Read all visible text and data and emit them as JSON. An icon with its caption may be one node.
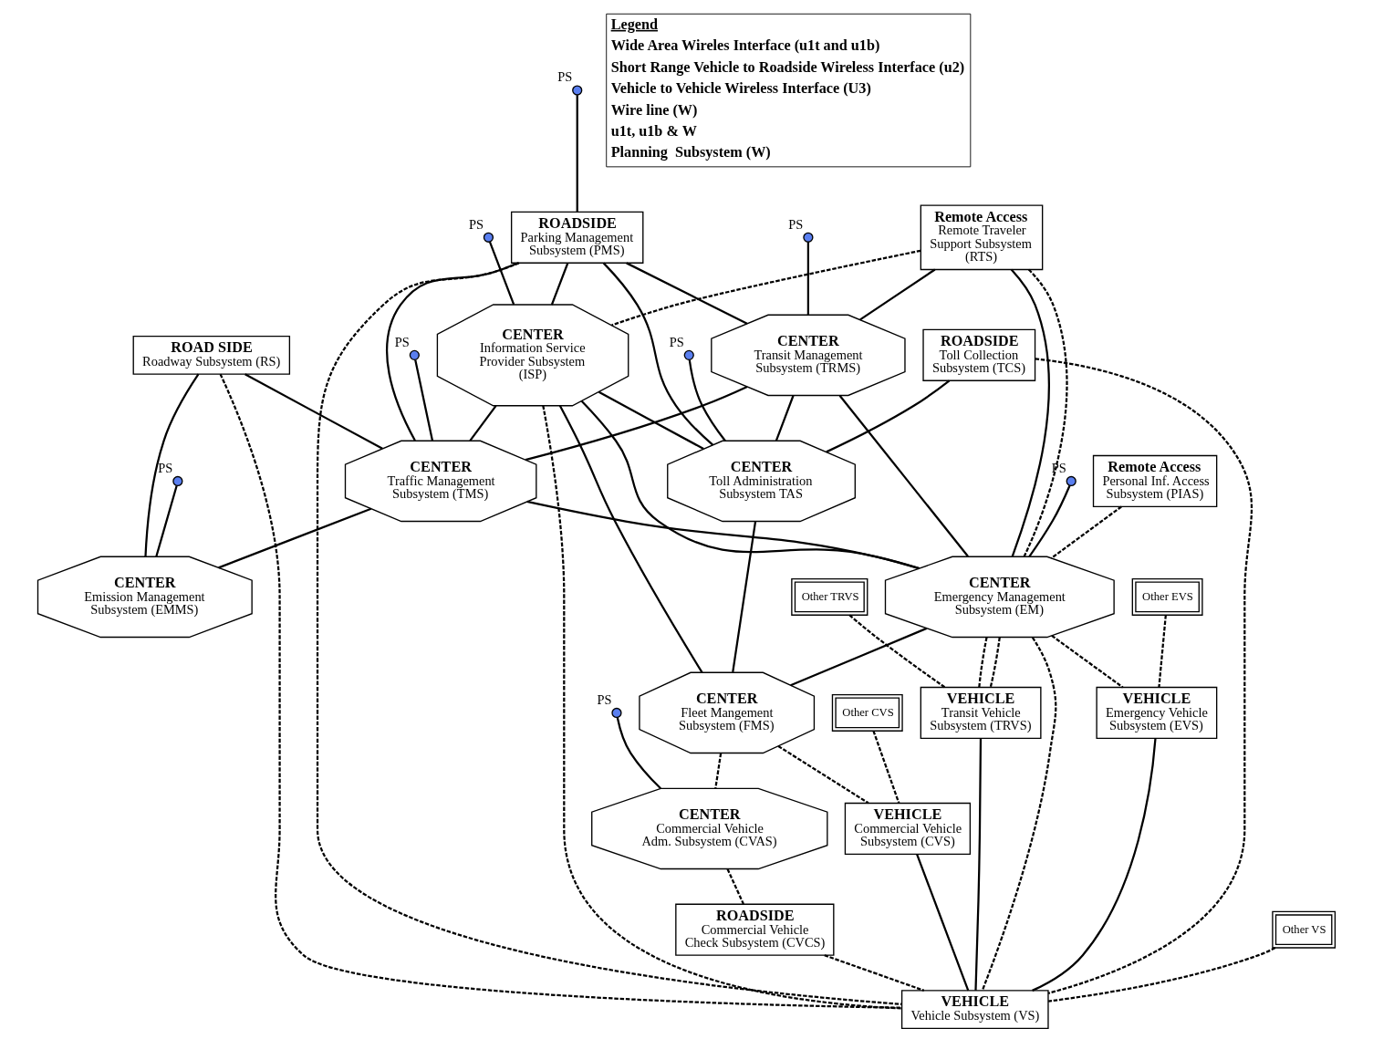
{
  "diagram": {
    "nodes": [
      {
        "text": [
          "Remote Access",
          "Personal Inf. Access Subsystem (PIAS)"
        ]
      },
      {
        "text": [
          "Remote Access",
          "Remote Traveler Support Subsystem (RTS)"
        ]
      },
      {
        "text": [
          "CENTER",
          "Transit Management Subsystem (TRMS)"
        ]
      },
      {
        "text": [
          "CENTER",
          "Emergency Management Subsystem (EM)"
        ]
      },
      {
        "text": [
          "CENTER",
          "Information Service Provider Subsystem (ISP)"
        ]
      },
      {
        "text": [
          "CENTER",
          "Traffic Management Subsystem (TMS)"
        ]
      },
      {
        "text": [
          "ROADSIDE",
          "Parking Management Subsystem (PMS)"
        ]
      },
      {
        "text": [
          "CENTER",
          "Fleet Mangement Subsystem (FMS)"
        ]
      },
      {
        "text": [
          "Other TRVS"
        ]
      },
      {
        "text": [
          "VEHICLE",
          "Transit Vehicle Subsystem (TRVS)"
        ]
      },
      {
        "text": [
          "Other EVS"
        ]
      },
      {
        "text": [
          "VEHICLE",
          "Emergency Vehicle Subsystem (EVS)"
        ]
      },
      {
        "text": [
          "ROADSIDE",
          "Toll Collection Subsystem (TCS)"
        ]
      },
      {
        "text": [
          "CENTER",
          "Toll Administration Subsystem TAS"
        ]
      },
      {
        "text": [
          "CENTER",
          "Commercial Vehicle Adm. Subsystem (CVAS)"
        ]
      },
      {
        "text": [
          "VEHICLE",
          "Commercial Vehicle Subsystem (CVS)"
        ]
      },
      {
        "text": [
          "ROAD SIDE",
          "Roadway Subsystem (RS)"
        ]
      },
      {
        "text": [
          "CENTER",
          "Emission Management Subsystem (EMMS)"
        ]
      },
      {
        "text": [
          "Other CVS"
        ]
      },
      {
        "text": [
          "VEHICLE",
          "Vehicle Subsystem (VS)"
        ]
      },
      {
        "text": [
          "Other VS"
        ]
      },
      {
        "text": [
          "ROADSIDE",
          "Commercial Vehicle Check Subsystem (CVCS)"
        ]
      },
      {
        "text": [],
        "shape": "circle",
        "beside": [
          "PS"
        ]
      },
      {
        "text": [],
        "shape": "circle",
        "beside": [
          "PS"
        ]
      },
      {
        "text": [],
        "shape": "circle",
        "beside": [
          "PS"
        ]
      },
      {
        "text": [],
        "shape": "circle",
        "beside": [
          "PS"
        ]
      },
      {
        "text": [],
        "shape": "circle",
        "beside": [
          "PS"
        ]
      },
      {
        "text": [],
        "shape": "circle",
        "beside": [
          "PS"
        ]
      },
      {
        "text": [],
        "shape": "circle",
        "beside": [
          "PS"
        ]
      },
      {
        "text": [],
        "shape": "circle",
        "beside": [
          "PS"
        ]
      }
    ],
    "edges": [
      {
        "from": 22,
        "to": 2,
        "arrow": "none"
      },
      {
        "from": 23,
        "to": 3,
        "arrow": "none"
      },
      {
        "from": 24,
        "to": 4,
        "arrow": "none"
      },
      {
        "from": 25,
        "to": 5,
        "arrow": "none"
      },
      {
        "from": 26,
        "to": 6,
        "arrow": "none"
      },
      {
        "from": 27,
        "to": 13,
        "arrow": "none"
      },
      {
        "from": 28,
        "to": 14,
        "arrow": "none"
      },
      {
        "from": 29,
        "to": 17,
        "arrow": "none"
      },
      {
        "from": 1,
        "to": 2,
        "arrow": "none"
      },
      {
        "from": 1,
        "to": 3,
        "arrow": "none"
      },
      {
        "from": 6,
        "to": 2,
        "arrow": "none"
      },
      {
        "from": 4,
        "to": 3,
        "arrow": "none"
      },
      {
        "from": 2,
        "to": 3,
        "arrow": "none"
      },
      {
        "from": 2,
        "to": 5,
        "arrow": "none"
      },
      {
        "from": 4,
        "to": 5,
        "arrow": "none"
      },
      {
        "from": 2,
        "to": 13,
        "arrow": "none"
      },
      {
        "from": 5,
        "to": 3,
        "arrow": "none"
      },
      {
        "from": 3,
        "to": 7,
        "arrow": "none"
      },
      {
        "from": 6,
        "to": 4,
        "arrow": "none"
      },
      {
        "from": 6,
        "to": 5,
        "arrow": "none"
      },
      {
        "from": 4,
        "to": 7,
        "arrow": "none"
      },
      {
        "from": 4,
        "to": 13,
        "arrow": "none"
      },
      {
        "from": 6,
        "to": 13,
        "arrow": "none"
      },
      {
        "from": 12,
        "to": 13,
        "arrow": "none"
      },
      {
        "from": 13,
        "to": 7,
        "arrow": "none"
      },
      {
        "from": 16,
        "to": 5,
        "arrow": "none"
      },
      {
        "from": 16,
        "to": 17,
        "arrow": "none"
      },
      {
        "from": 5,
        "to": 17,
        "arrow": "none"
      },
      {
        "from": 9,
        "to": 19,
        "arrow": "none"
      },
      {
        "from": 11,
        "to": 19,
        "arrow": "none"
      },
      {
        "from": 15,
        "to": 19,
        "arrow": "none"
      },
      {
        "from": 0,
        "to": 3,
        "arrow": "none",
        "style": "dashed"
      },
      {
        "from": 1,
        "to": 3,
        "arrow": "none",
        "style": "dashed"
      },
      {
        "from": 1,
        "to": 4,
        "arrow": "none",
        "style": "dashed"
      },
      {
        "from": 3,
        "to": 9,
        "arrow": "none",
        "style": "dashed"
      },
      {
        "from": 3,
        "to": 9,
        "arrow": "none",
        "style": "dashed"
      },
      {
        "from": 3,
        "to": 11,
        "arrow": "none",
        "style": "dashed"
      },
      {
        "from": 3,
        "to": 19,
        "arrow": "none",
        "style": "dashed"
      },
      {
        "from": 7,
        "to": 15,
        "arrow": "none",
        "style": "dashed"
      },
      {
        "from": 7,
        "to": 14,
        "arrow": "none",
        "style": "dashed"
      },
      {
        "from": 14,
        "to": 21,
        "arrow": "none",
        "style": "dashed"
      },
      {
        "from": 4,
        "to": 19,
        "arrow": "none",
        "style": "dashed"
      },
      {
        "from": 6,
        "to": 19,
        "arrow": "none",
        "style": "dashed"
      },
      {
        "from": 12,
        "to": 19,
        "arrow": "none",
        "style": "dashed"
      },
      {
        "from": 16,
        "to": 19,
        "arrow": "none",
        "style": "dashed"
      },
      {
        "from": 21,
        "to": 19,
        "arrow": "none",
        "style": "dashed"
      },
      {
        "from": 8,
        "to": 9,
        "arrow": "none",
        "style": "dashed"
      },
      {
        "from": 10,
        "to": 11,
        "arrow": "none",
        "style": "dashed"
      },
      {
        "from": 18,
        "to": 15,
        "arrow": "none",
        "style": "dashed"
      },
      {
        "from": 20,
        "to": 19,
        "arrow": "none",
        "style": "dashed"
      }
    ],
    "labels": [
      "Legend"
    ],
    "legend": [
      {
        "text": "Wide Area Wireles Interface (u1t and u1b)"
      },
      {
        "text": "Short Range Vehicle to Roadside Wireless Interface (u2)"
      },
      {
        "text": "Vehicle to Vehicle Wireless Interface (U3)"
      },
      {
        "text": "Wire line (W)"
      },
      {
        "text": "u1t, u1b & W"
      },
      {
        "text": "Planning  Subsystem (W)"
      }
    ]
  }
}
